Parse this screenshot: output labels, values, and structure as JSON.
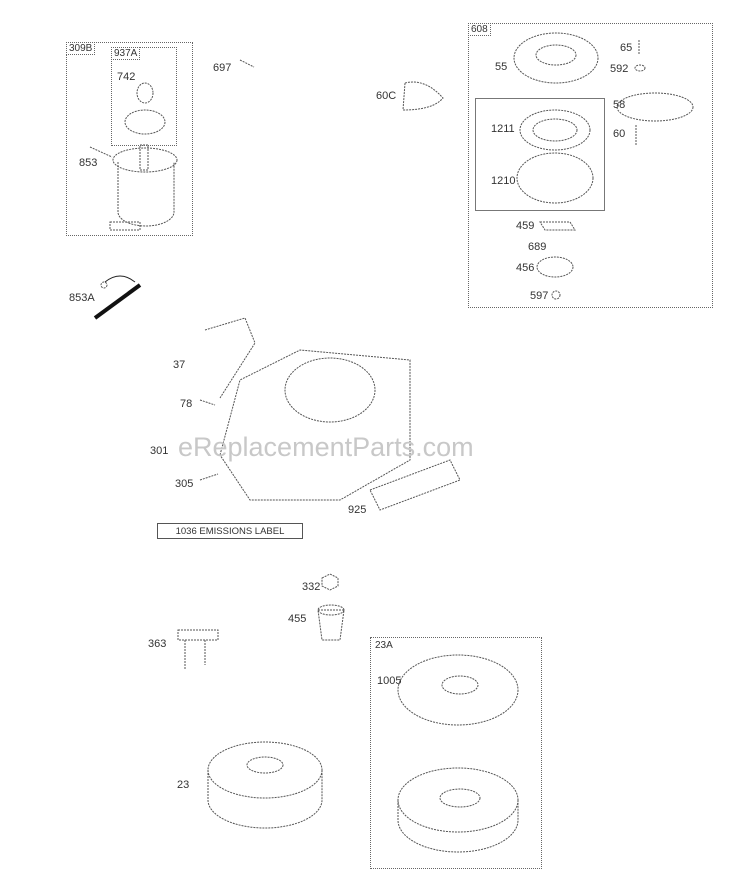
{
  "watermark": "eReplacementParts.com",
  "groups": {
    "g309B": "309B",
    "g937A": "937A",
    "g608": "608",
    "g23A": "23A"
  },
  "emissions_label": "1036 EMISSIONS LABEL",
  "parts": {
    "p742": "742",
    "p853": "853",
    "p697": "697",
    "p60C": "60C",
    "p853A": "853A",
    "p55": "55",
    "p65": "65",
    "p592": "592",
    "p58": "58",
    "p60": "60",
    "p1211": "1211",
    "p1210": "1210",
    "p459": "459",
    "p689": "689",
    "p456": "456",
    "p597": "597",
    "p37": "37",
    "p78": "78",
    "p301": "301",
    "p305": "305",
    "p925": "925",
    "p332": "332",
    "p455": "455",
    "p363": "363",
    "p1005": "1005",
    "p23": "23"
  }
}
